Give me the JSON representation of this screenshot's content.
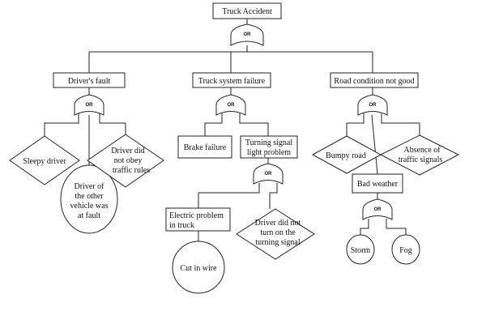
{
  "diagram": {
    "top_event": "Truck Accident",
    "gate_label": "OR",
    "branches": {
      "drivers_fault": {
        "label": "Driver's fault",
        "children": {
          "sleepy_driver": [
            "Sleepy driver"
          ],
          "other_vehicle": [
            "Driver of",
            "the other",
            "vehicle was",
            "at fault"
          ],
          "not_obey": [
            "Driver did",
            "not obey",
            "traffic rules"
          ]
        }
      },
      "truck_system": {
        "label": "Truck system failure",
        "children": {
          "brake_failure": [
            "Brake failure"
          ],
          "turning_signal_light": [
            "Turning signal",
            "light problem"
          ],
          "electric_problem": [
            "Electric problem",
            "in truck"
          ],
          "cut_in_wire": [
            "Cut in wire"
          ],
          "not_turn_on": [
            "Driver did not",
            "turn on the",
            "turning signal"
          ]
        }
      },
      "road_condition": {
        "label": "Road condition not good",
        "children": {
          "bumpy_road": [
            "Bumpy road"
          ],
          "absence_signals": [
            "Absence of",
            "traffic signals"
          ],
          "bad_weather": [
            "Bad weather"
          ],
          "storm": [
            "Storm"
          ],
          "fog": [
            "Fog"
          ]
        }
      }
    }
  }
}
